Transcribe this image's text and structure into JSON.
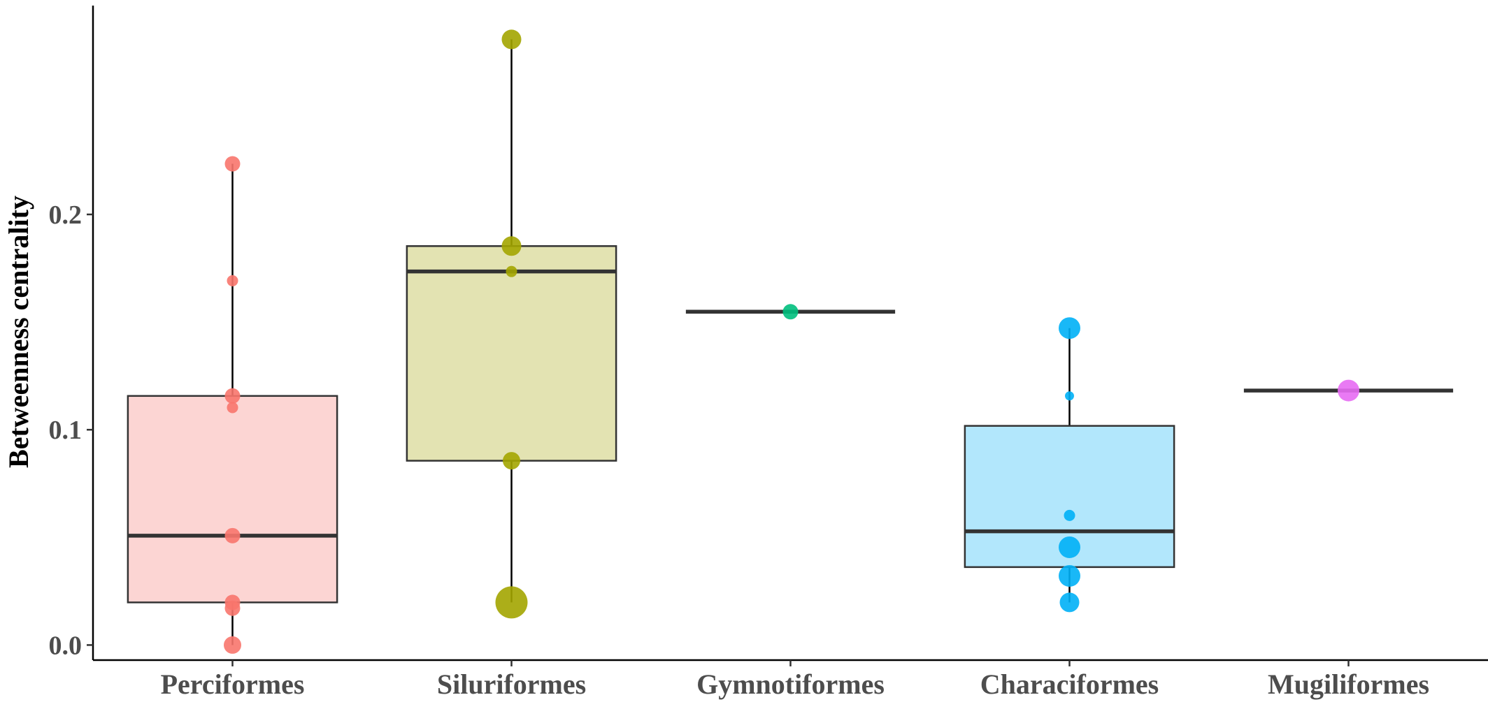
{
  "chart_data": {
    "type": "box",
    "title": "",
    "xlabel": "",
    "ylabel": "Betweenness centrality",
    "ylim": [
      -0.007,
      0.297
    ],
    "yticks": [
      {
        "value": 0.0,
        "label": "0.0"
      },
      {
        "value": 0.1,
        "label": "0.1"
      },
      {
        "value": 0.2,
        "label": "0.2"
      }
    ],
    "grid": false,
    "legend": "none",
    "categories": [
      "Perciformes",
      "Siluriformes",
      "Gymnotiformes",
      "Characiformes",
      "Mugiliformes"
    ],
    "boxes": [
      {
        "category": "Perciformes",
        "color": "#F8766D",
        "fill": "#FCD5D3",
        "min": 0.0,
        "q1": 0.0198,
        "median": 0.0508,
        "q3": 0.1157,
        "max": 0.2235
      },
      {
        "category": "Siluriformes",
        "color": "#A3A500",
        "fill": "#E3E3B2",
        "min": 0.0198,
        "q1": 0.0856,
        "median": 0.1735,
        "q3": 0.1853,
        "max": 0.2813
      },
      {
        "category": "Gymnotiformes",
        "color": "#00BF7D",
        "fill": "#B2ECD8",
        "min": 0.1548,
        "q1": 0.1548,
        "median": 0.1548,
        "q3": 0.1548,
        "max": 0.1548
      },
      {
        "category": "Characiformes",
        "color": "#00B0F6",
        "fill": "#B2E7FC",
        "min": 0.0198,
        "q1": 0.0362,
        "median": 0.0528,
        "q3": 0.1018,
        "max": 0.1472
      },
      {
        "category": "Mugiliformes",
        "color": "#E76BF3",
        "fill": "#F8D2FB",
        "min": 0.1182,
        "q1": 0.1182,
        "median": 0.1182,
        "q3": 0.1182,
        "max": 0.1182
      }
    ],
    "points": [
      {
        "category": "Perciformes",
        "y": 0.2235,
        "size": 2
      },
      {
        "category": "Perciformes",
        "y": 0.1692,
        "size": 1
      },
      {
        "category": "Perciformes",
        "y": 0.1157,
        "size": 2
      },
      {
        "category": "Perciformes",
        "y": 0.1103,
        "size": 1
      },
      {
        "category": "Perciformes",
        "y": 0.0508,
        "size": 2
      },
      {
        "category": "Perciformes",
        "y": 0.0198,
        "size": 2
      },
      {
        "category": "Perciformes",
        "y": 0.0171,
        "size": 2
      },
      {
        "category": "Perciformes",
        "y": 0.0,
        "size": 2.5
      },
      {
        "category": "Siluriformes",
        "y": 0.2813,
        "size": 3
      },
      {
        "category": "Siluriformes",
        "y": 0.1853,
        "size": 3
      },
      {
        "category": "Siluriformes",
        "y": 0.1735,
        "size": 1
      },
      {
        "category": "Siluriformes",
        "y": 0.0856,
        "size": 2.5
      },
      {
        "category": "Siluriformes",
        "y": 0.0198,
        "size": 6
      },
      {
        "category": "Gymnotiformes",
        "y": 0.1548,
        "size": 2
      },
      {
        "category": "Characiformes",
        "y": 0.1472,
        "size": 3.5
      },
      {
        "category": "Characiformes",
        "y": 0.1157,
        "size": 0.5
      },
      {
        "category": "Characiformes",
        "y": 0.0602,
        "size": 1
      },
      {
        "category": "Characiformes",
        "y": 0.0454,
        "size": 3.5
      },
      {
        "category": "Characiformes",
        "y": 0.0321,
        "size": 3.5
      },
      {
        "category": "Characiformes",
        "y": 0.0198,
        "size": 3
      },
      {
        "category": "Mugiliformes",
        "y": 0.1182,
        "size": 3.5
      }
    ]
  }
}
